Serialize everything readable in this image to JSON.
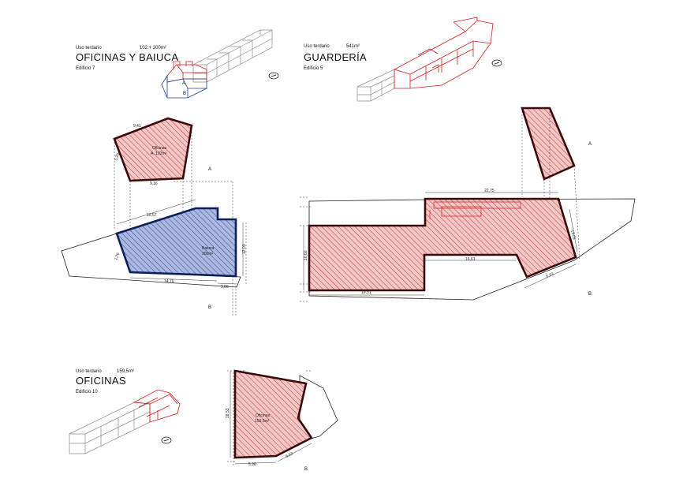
{
  "colors": {
    "red": "#d41a1a",
    "blue": "#1d3f9c",
    "darkred": "#4a0c0c",
    "navy": "#0d1f5a",
    "red_fill": "#f0c7c7",
    "blue_fill": "#aab8e0",
    "grey": "#888888"
  },
  "block1": {
    "use": "Uso terdario",
    "area": "102 + 200m²",
    "title": "OFICINAS Y BAIUCA",
    "building": "Edificio 7",
    "iso_a": "A",
    "iso_b": "B",
    "plan_a_name": "Oficinas",
    "plan_a_area": "A. 102m²",
    "plan_b_name": "Baiuca",
    "plan_b_area": "200m²",
    "dims": [
      "9,41",
      "9,16",
      "5,29",
      "13,57",
      "1,76",
      "14,70",
      "3,06",
      "12,03"
    ],
    "label_a": "A",
    "label_b": "B"
  },
  "block2": {
    "use": "Uso terdario",
    "area": "541m²",
    "title": "GUARDERÍA",
    "building": "Edificio 5",
    "dims": [
      "22,75",
      "16,61",
      "19,31",
      "10,60",
      "13,01",
      "6,33"
    ],
    "label_a": "A",
    "label_b": "B"
  },
  "block3": {
    "use": "Uso terdario",
    "area": "159,5m²",
    "title": "OFICINAS",
    "building": "Edificio 10",
    "plan_name": "Oficinas",
    "plan_area": "159,5m²",
    "dims": [
      "18,53",
      "5,98",
      "6,53"
    ],
    "label_b": "B"
  }
}
